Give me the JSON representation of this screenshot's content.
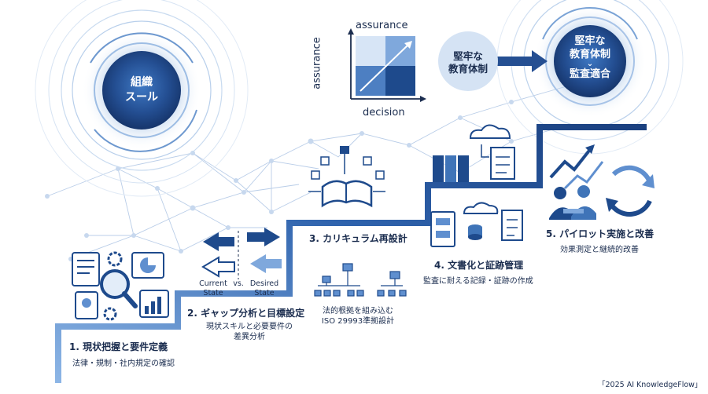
{
  "org_circle": {
    "line1": "組織",
    "line2": "スール"
  },
  "matrix": {
    "x_label": "decision",
    "y_label": "assurance",
    "top_label": "assurance"
  },
  "middle_bubble": {
    "line1": "堅牢な",
    "line2": "教育体制"
  },
  "goal_circle": {
    "line1": "堅牢な",
    "line2": "教育体制",
    "line3": "監査適合"
  },
  "gap_labels": {
    "current_1": "Current",
    "current_2": "State",
    "vs": "vs.",
    "desired_1": "Desired",
    "desired_2": "State"
  },
  "steps": [
    {
      "title": "1. 現状把握と要件定義",
      "sub": "法律・規制・社内規定の確認"
    },
    {
      "title": "2. ギャップ分析と目標設定",
      "sub1": "現状スキルと必要要件の",
      "sub2": "差異分析"
    },
    {
      "title": "3. カリキュラム再設計",
      "sub1": "法的根拠を組み込む",
      "sub2": "ISO 29993準拠設計"
    },
    {
      "title": "4. 文書化と証跡管理",
      "sub": "監査に耐える記録・証跡の作成"
    },
    {
      "title": "5. パイロット実施と改善",
      "sub": "効果測定と継続的改善"
    }
  ],
  "footer": {
    "copyright": "「2025 AI KnowledgeFlow」"
  },
  "colors": {
    "navy": "#1e4a8c",
    "mid": "#3f74b8",
    "light": "#a9c4e6",
    "dark": "#1b2d4f"
  }
}
